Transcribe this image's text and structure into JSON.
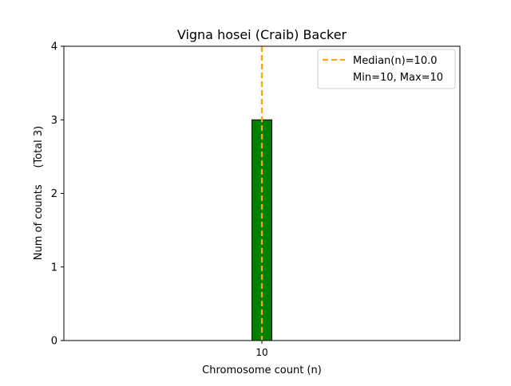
{
  "chart_data": {
    "type": "bar",
    "title": "Vigna hosei (Craib) Backer",
    "xlabel": "Chromosome count (n)",
    "ylabel": "Num of counts     (Total 3)",
    "xlim": [
      5,
      15
    ],
    "ylim": [
      0,
      4
    ],
    "yticks": [
      0,
      1,
      2,
      3,
      4
    ],
    "xticks": [
      10
    ],
    "bars": [
      {
        "x": 10,
        "value": 3,
        "width": 0.5
      }
    ],
    "baseline_segment": [
      8.5,
      11.75
    ],
    "median": 10.0,
    "legend": {
      "position": "top-right",
      "entries": [
        "Median(n)=10.0",
        "Min=10, Max=10"
      ]
    },
    "colors": {
      "bar": "#008000",
      "bar_edge": "#000000",
      "median_line": "#FFA500"
    }
  }
}
